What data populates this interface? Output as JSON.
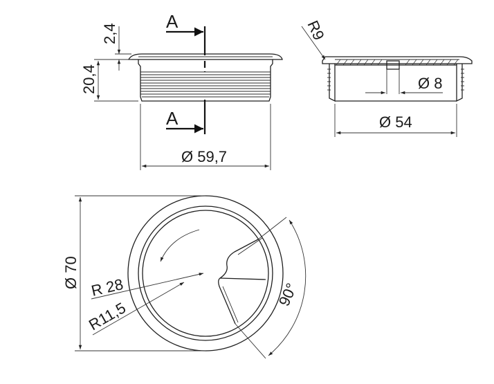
{
  "front_view": {
    "section_mark_top": "A",
    "section_mark_bottom": "A",
    "dim_lip": "2,4",
    "dim_height": "20,4",
    "dim_diameter": "Ø 59,7"
  },
  "section_view": {
    "dim_radius": "R9",
    "dim_hole": "Ø 8",
    "dim_diameter": "Ø 54"
  },
  "top_view": {
    "dim_outer": "Ø 70",
    "dim_r_large": "R 28",
    "dim_r_small": "R11,5",
    "dim_angle": "90°"
  }
}
